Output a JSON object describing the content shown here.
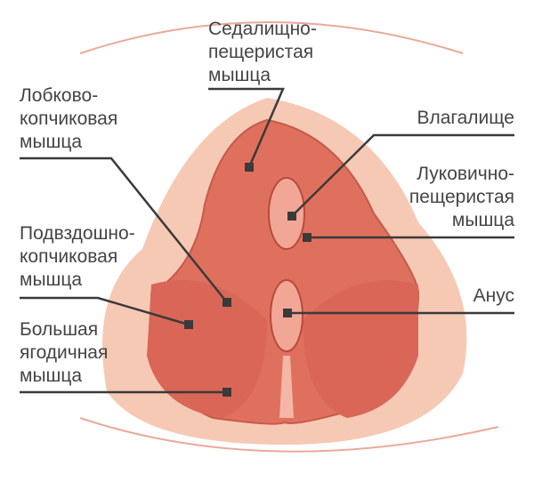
{
  "labels": {
    "ischiocavernosus": [
      "Седалищно-",
      "пещеристая",
      "мышца"
    ],
    "pubococcygeus": [
      "Лобково-",
      "копчиковая",
      "мышца"
    ],
    "vagina": [
      "Влагалище"
    ],
    "bulbospongiosus": [
      "Луковично-",
      "пещеристая",
      "мышца"
    ],
    "iliococcygeus": [
      "Подвздошно-",
      "копчиковая",
      "мышца"
    ],
    "anus": [
      "Анус"
    ],
    "gluteus": [
      "Большая",
      "ягодичная",
      "мышца"
    ]
  },
  "colors": {
    "skin": "#f6c9b5",
    "muscle": "#e0705e",
    "muscle_dark": "#b84a3d",
    "line": "#3a3a3a",
    "text": "#444444"
  }
}
